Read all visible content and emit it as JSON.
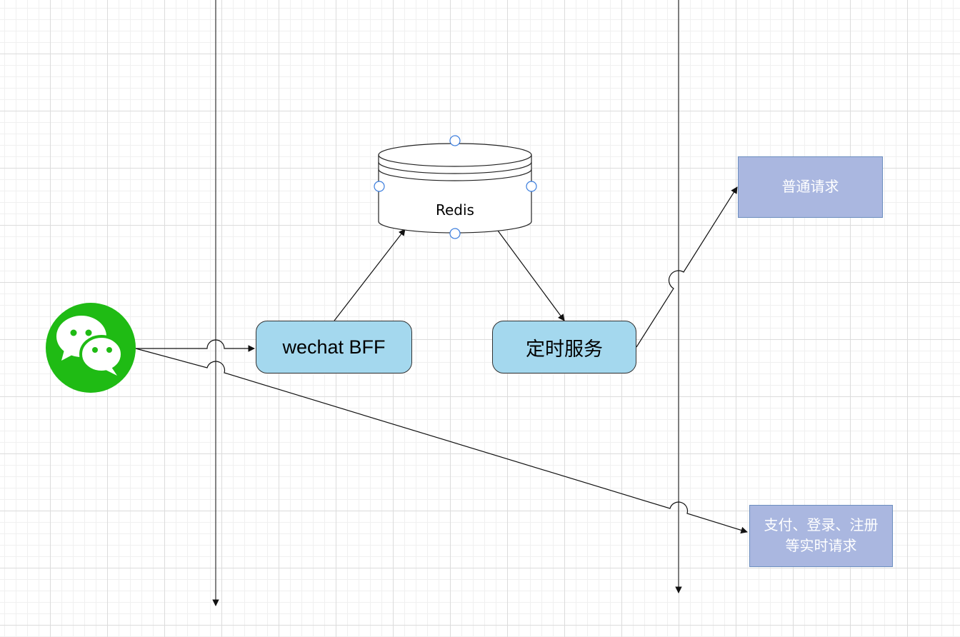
{
  "nodes": {
    "bff": "wechat BFF",
    "scheduler": "定时服务",
    "redis": "Redis",
    "normal_request": "普通请求",
    "realtime_request_line1": "支付、登录、注册",
    "realtime_request_line2": "等实时请求"
  },
  "icons": {
    "client": "wechat-icon"
  },
  "colors": {
    "service_fill": "#a4d8ee",
    "request_fill": "#aab7e0",
    "wechat_green": "#1fbb14"
  }
}
